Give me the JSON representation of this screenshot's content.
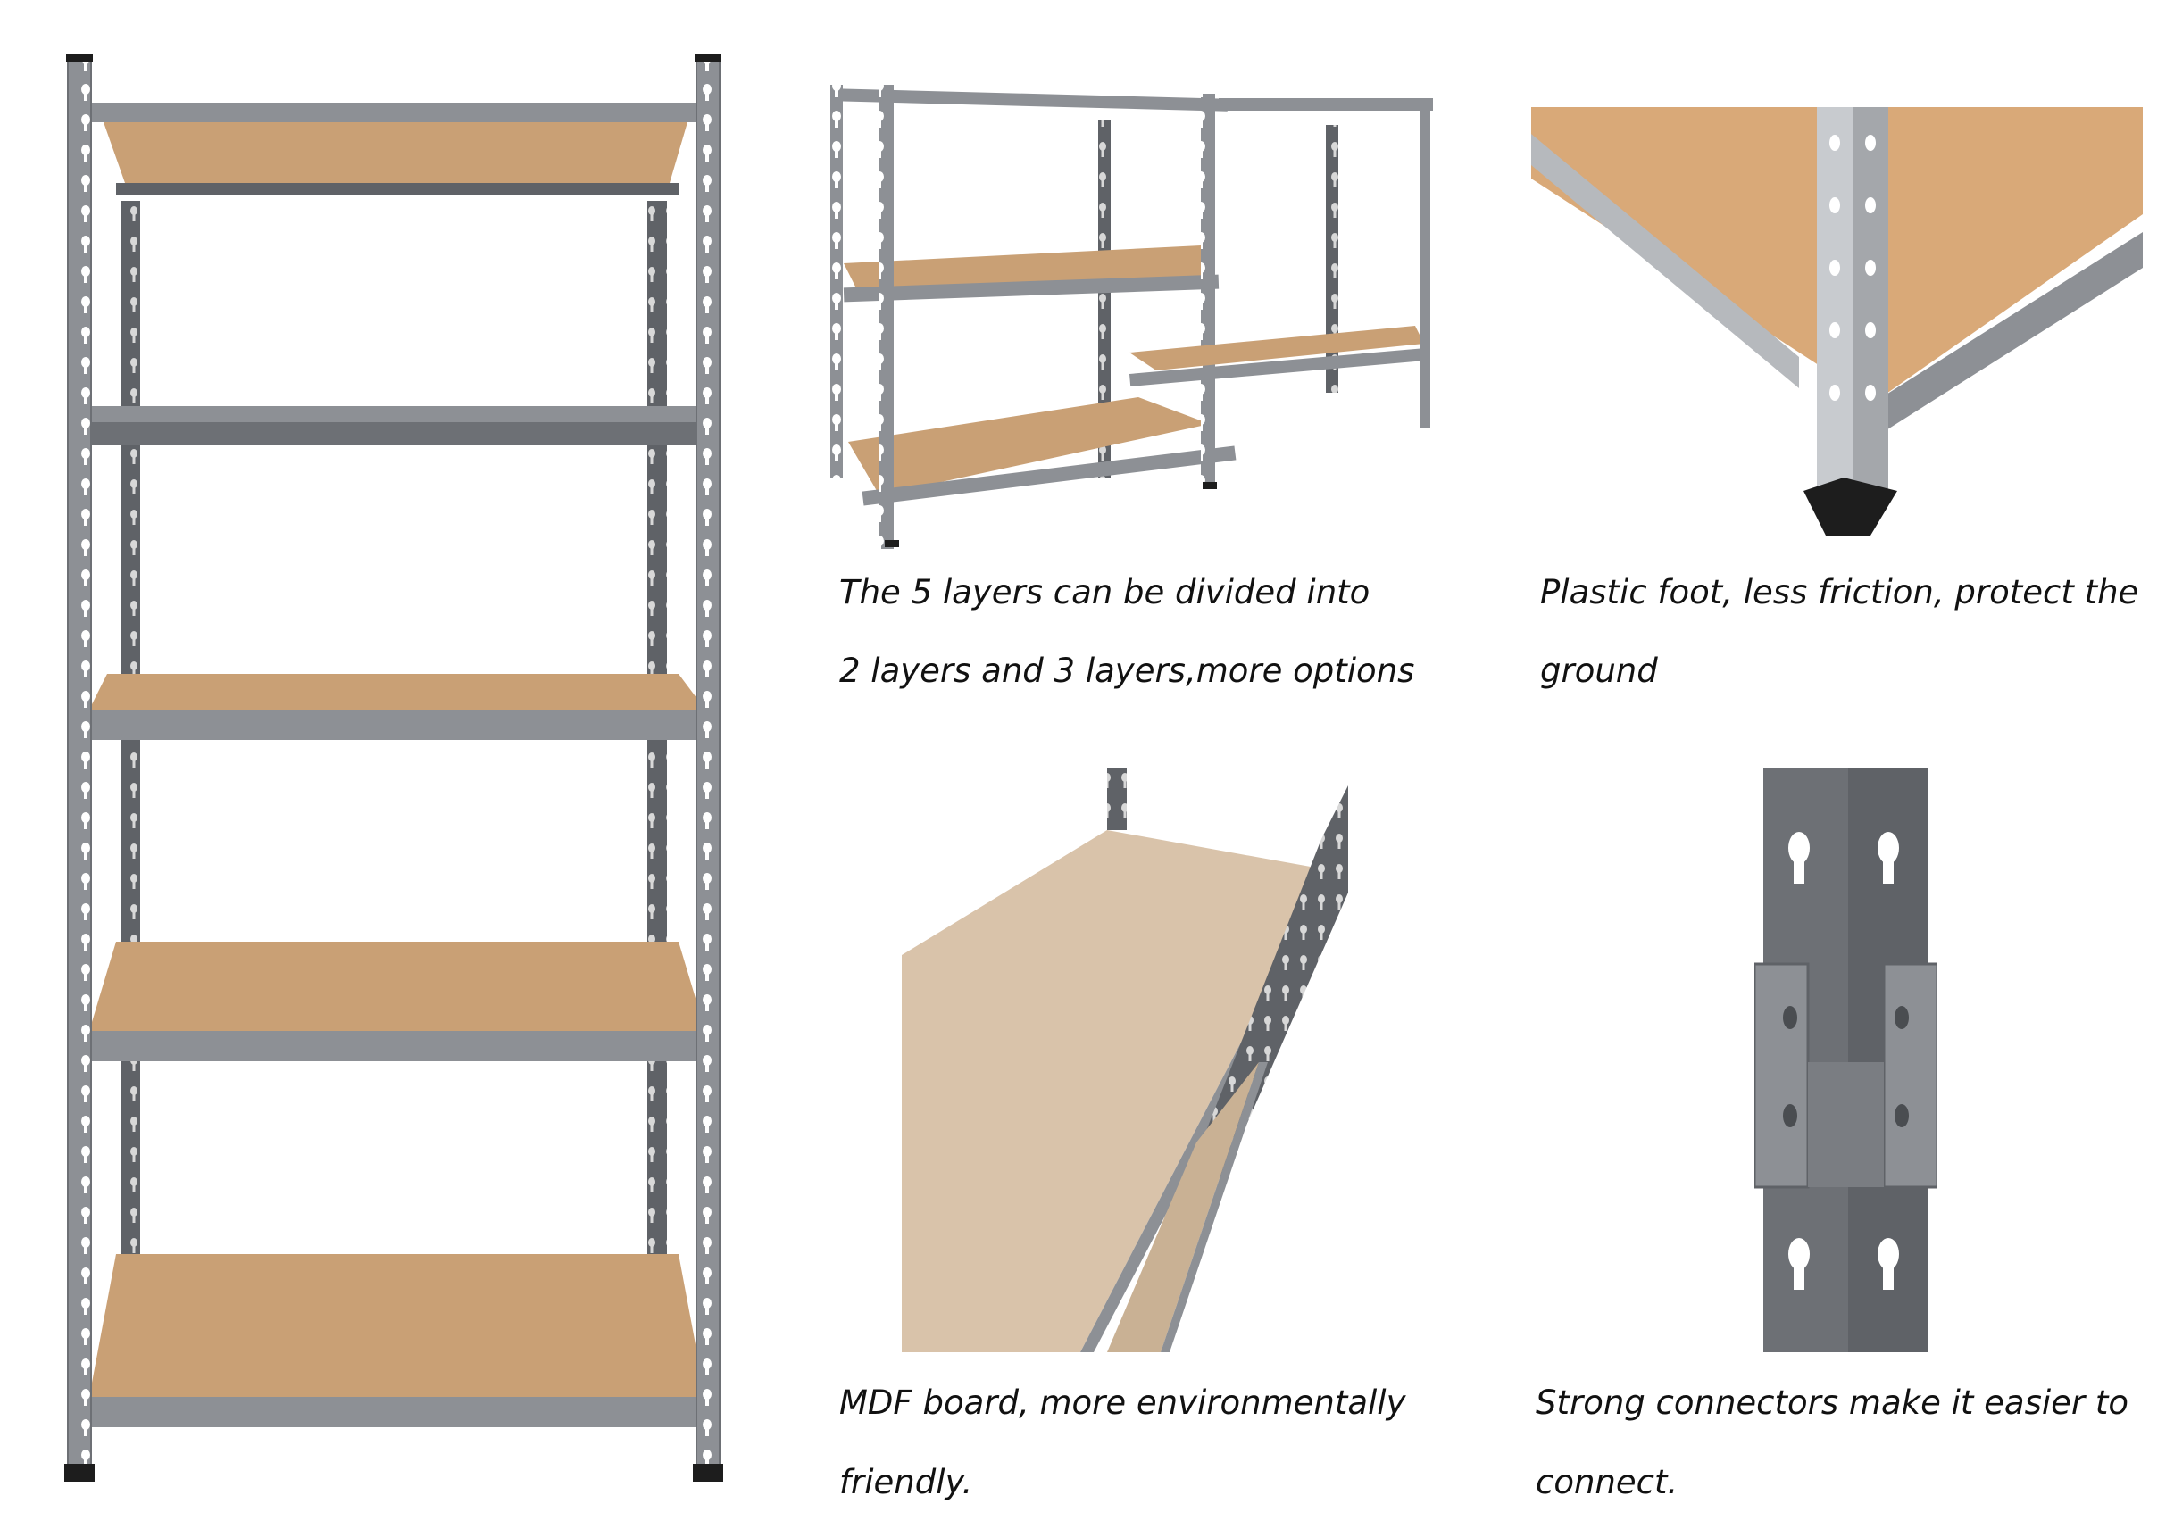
{
  "captions": {
    "divide": {
      "line1": "The 5 layers can be divided into",
      "line2": "2 layers and 3 layers,more options"
    },
    "foot": {
      "line1": "Plastic foot, less friction, protect the",
      "line2": "ground"
    },
    "mdf": {
      "line1": "MDF board, more environmentally",
      "line2": "friendly."
    },
    "connector": {
      "line1": "Strong connectors make it easier to",
      "line2": "connect."
    }
  },
  "photos": {
    "main": "five-tier-shelving-unit",
    "split": "shelving-split-into-3-and-2-tiers",
    "foot": "plastic-foot-closeup",
    "mdf": "mdf-board-closeup",
    "connector": "post-connector-closeup"
  },
  "colors": {
    "steel": "#8d9095",
    "steel_dark": "#5f6267",
    "steel_light": "#b6b9bd",
    "board": "#c9a075",
    "board_light": "#d9c3aa",
    "foot": "#1d1d1d",
    "text": "#111111"
  }
}
